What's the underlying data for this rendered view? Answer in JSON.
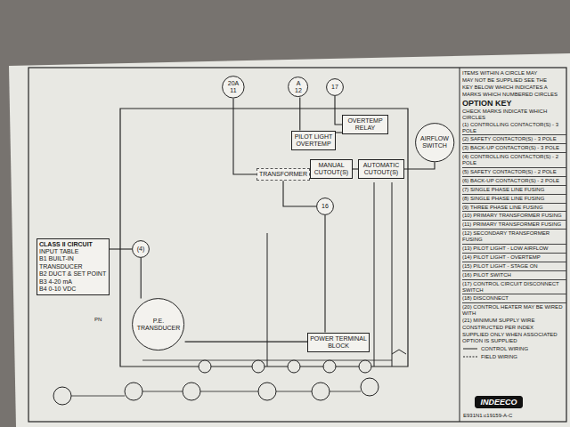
{
  "diagram": {
    "nodes": [
      {
        "text": [
          "20A",
          "11"
        ]
      },
      {
        "text": [
          "A",
          "12"
        ]
      },
      {
        "text": [
          "17"
        ]
      },
      {
        "text": [
          "TRANSFORMER"
        ]
      },
      {
        "text": [
          "PILOT LIGHT OVERTEMP"
        ]
      },
      {
        "text": [
          "OVERTEMP RELAY"
        ]
      },
      {
        "text": [
          "MANUAL CUTOUT(S)"
        ]
      },
      {
        "text": [
          "AUTOMATIC CUTOUT(S)"
        ]
      },
      {
        "text": [
          "AIRFLOW SWITCH"
        ]
      },
      {
        "text": [
          "16"
        ]
      },
      {
        "text": [
          "CLASS II CIRCUIT",
          "INPUT TABLE",
          "B1 BUILT-IN TRANSDUCER",
          "B2 DUCT & SET POINT",
          "B3 4-20 mA",
          "B4 0-10 VDC"
        ]
      },
      {
        "text": [
          "P.E. TRANSDUCER"
        ]
      },
      {
        "text": [
          "POWER TERMINAL BLOCK"
        ]
      },
      {
        "text": [
          "INDEECO"
        ]
      },
      {
        "text": [
          "(4)"
        ]
      }
    ],
    "edges": [
      {
        "from": 0,
        "to": 3,
        "arrow": "none"
      },
      {
        "from": 1,
        "to": 4,
        "arrow": "none"
      },
      {
        "from": 2,
        "to": 5,
        "arrow": "none"
      },
      {
        "from": 4,
        "to": 5,
        "arrow": "none"
      },
      {
        "from": 3,
        "to": 6,
        "arrow": "none"
      },
      {
        "from": 6,
        "to": 7,
        "arrow": "none"
      },
      {
        "from": 7,
        "to": 8,
        "arrow": "none"
      },
      {
        "from": 3,
        "to": 9,
        "arrow": "none"
      },
      {
        "from": 9,
        "to": 12,
        "arrow": "none"
      },
      {
        "from": 10,
        "to": 14,
        "arrow": "none"
      },
      {
        "from": 14,
        "to": 11,
        "arrow": "none"
      },
      {
        "from": 11,
        "to": 12,
        "arrow": "none"
      }
    ],
    "labels": [
      "ITEMS WITHIN A CIRCLE MAY",
      "MAY NOT BE SUPPLIED SEE THE",
      "KEY BELOW WHICH INDICATES A",
      "MARKS WHICH NUMBERED CIRCLES",
      "OPTION KEY",
      "CHECK MARKS INDICATE WHICH CIRCLES",
      "(1) CONTROLLING CONTACTOR(S) - 3 POLE",
      "(2) SAFETY CONTACTOR(S) - 3 POLE",
      "(3) BACK-UP CONTACTOR(S) - 3 POLE",
      "(4) CONTROLLING CONTACTOR(S) - 2 POLE",
      "(5) SAFETY CONTACTOR(S) - 2 POLE",
      "(6) BACK-UP CONTACTOR(S) - 2 POLE",
      "(7) SINGLE PHASE LINE FUSING",
      "(8) SINGLE PHASE LINE FUSING",
      "(9) THREE PHASE LINE FUSING",
      "(10) PRIMARY TRANSFORMER FUSING",
      "(11) PRIMARY TRANSFORMER FUSING",
      "(12) SECONDARY TRANSFORMER FUSING",
      "(13) PILOT LIGHT - LOW AIRFLOW",
      "(14) PILOT LIGHT - OVERTEMP",
      "(15) PILOT LIGHT - STAGE ON",
      "(16) PILOT SWITCH",
      "(17) CONTROL CIRCUIT DISCONNECT SWITCH",
      "(18) DISCONNECT",
      "(20) CONTROL HEATER MAY BE WIRED WITH",
      "(21) MINIMUM SUPPLY WIRE",
      "CONSTRUCTED PER INDEX",
      "SUPPLIED ONLY WHEN ASSOCIATED OPTION IS SUPPLIED",
      "E931N1:c19159-A-C",
      "PN"
    ],
    "legend": [
      {
        "text": "CONTROL WIRING"
      },
      {
        "text": "FIELD WIRING"
      }
    ]
  }
}
